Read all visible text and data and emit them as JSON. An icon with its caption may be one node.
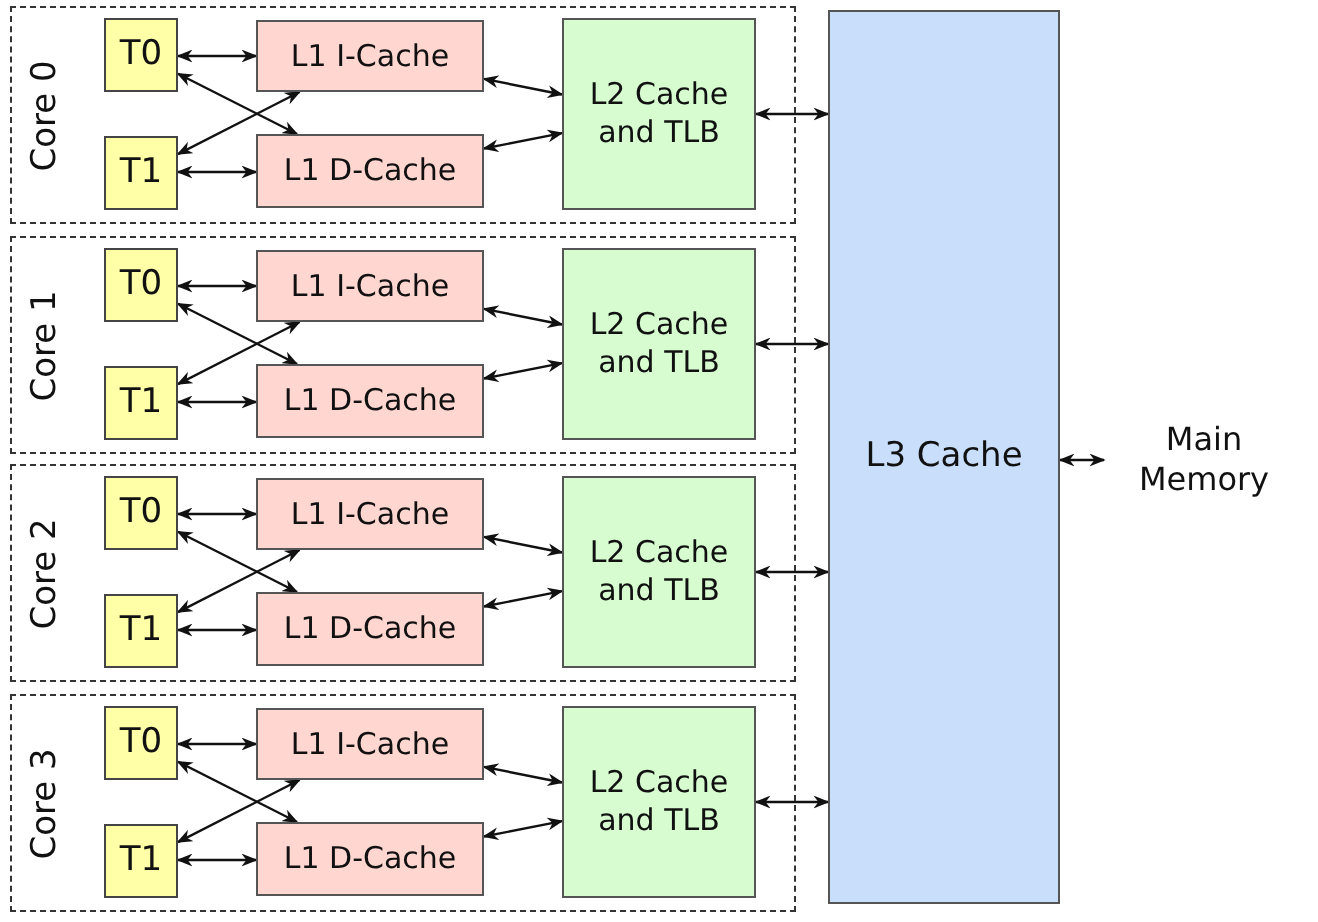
{
  "diagram": {
    "nodes": [
      {
        "text": [
          "Core 0"
        ]
      },
      {
        "text": [
          "T0"
        ],
        "in": 0
      },
      {
        "text": [
          "T1"
        ],
        "in": 0
      },
      {
        "text": [
          "L1 I-Cache"
        ],
        "in": 0
      },
      {
        "text": [
          "L1 D-Cache"
        ],
        "in": 0
      },
      {
        "text": [
          "L2 Cache and TLB"
        ],
        "in": 0
      },
      {
        "text": [
          "Core 1"
        ]
      },
      {
        "text": [
          "T0"
        ],
        "in": 6
      },
      {
        "text": [
          "T1"
        ],
        "in": 6
      },
      {
        "text": [
          "L1 I-Cache"
        ],
        "in": 6
      },
      {
        "text": [
          "L1 D-Cache"
        ],
        "in": 6
      },
      {
        "text": [
          "L2 Cache and TLB"
        ],
        "in": 6
      },
      {
        "text": [
          "Core 2"
        ]
      },
      {
        "text": [
          "T0"
        ],
        "in": 12
      },
      {
        "text": [
          "T1"
        ],
        "in": 12
      },
      {
        "text": [
          "L1 I-Cache"
        ],
        "in": 12
      },
      {
        "text": [
          "L1 D-Cache"
        ],
        "in": 12
      },
      {
        "text": [
          "L2 Cache and TLB"
        ],
        "in": 12
      },
      {
        "text": [
          "Core 3"
        ]
      },
      {
        "text": [
          "T0"
        ],
        "in": 18
      },
      {
        "text": [
          "T1"
        ],
        "in": 18
      },
      {
        "text": [
          "L1 I-Cache"
        ],
        "in": 18
      },
      {
        "text": [
          "L1 D-Cache"
        ],
        "in": 18
      },
      {
        "text": [
          "L2 Cache and TLB"
        ],
        "in": 18
      },
      {
        "text": [
          "L3 Cache"
        ]
      },
      {
        "text": [
          "Main Memory"
        ]
      }
    ],
    "edges": [
      {
        "from": 1,
        "to": 3,
        "arrow": "both"
      },
      {
        "from": 1,
        "to": 4,
        "arrow": "both"
      },
      {
        "from": 2,
        "to": 3,
        "arrow": "both"
      },
      {
        "from": 2,
        "to": 4,
        "arrow": "both"
      },
      {
        "from": 3,
        "to": 5,
        "arrow": "both"
      },
      {
        "from": 4,
        "to": 5,
        "arrow": "both"
      },
      {
        "from": 5,
        "to": 24,
        "arrow": "both"
      },
      {
        "from": 7,
        "to": 9,
        "arrow": "both"
      },
      {
        "from": 7,
        "to": 10,
        "arrow": "both"
      },
      {
        "from": 8,
        "to": 9,
        "arrow": "both"
      },
      {
        "from": 8,
        "to": 10,
        "arrow": "both"
      },
      {
        "from": 9,
        "to": 11,
        "arrow": "both"
      },
      {
        "from": 10,
        "to": 11,
        "arrow": "both"
      },
      {
        "from": 11,
        "to": 24,
        "arrow": "both"
      },
      {
        "from": 13,
        "to": 15,
        "arrow": "both"
      },
      {
        "from": 13,
        "to": 16,
        "arrow": "both"
      },
      {
        "from": 14,
        "to": 15,
        "arrow": "both"
      },
      {
        "from": 14,
        "to": 16,
        "arrow": "both"
      },
      {
        "from": 15,
        "to": 17,
        "arrow": "both"
      },
      {
        "from": 16,
        "to": 17,
        "arrow": "both"
      },
      {
        "from": 17,
        "to": 24,
        "arrow": "both"
      },
      {
        "from": 19,
        "to": 21,
        "arrow": "both"
      },
      {
        "from": 19,
        "to": 22,
        "arrow": "both"
      },
      {
        "from": 20,
        "to": 21,
        "arrow": "both"
      },
      {
        "from": 20,
        "to": 22,
        "arrow": "both"
      },
      {
        "from": 21,
        "to": 23,
        "arrow": "both"
      },
      {
        "from": 22,
        "to": 23,
        "arrow": "both"
      },
      {
        "from": 23,
        "to": 24,
        "arrow": "both"
      },
      {
        "from": 24,
        "to": 25,
        "arrow": "both"
      }
    ]
  }
}
